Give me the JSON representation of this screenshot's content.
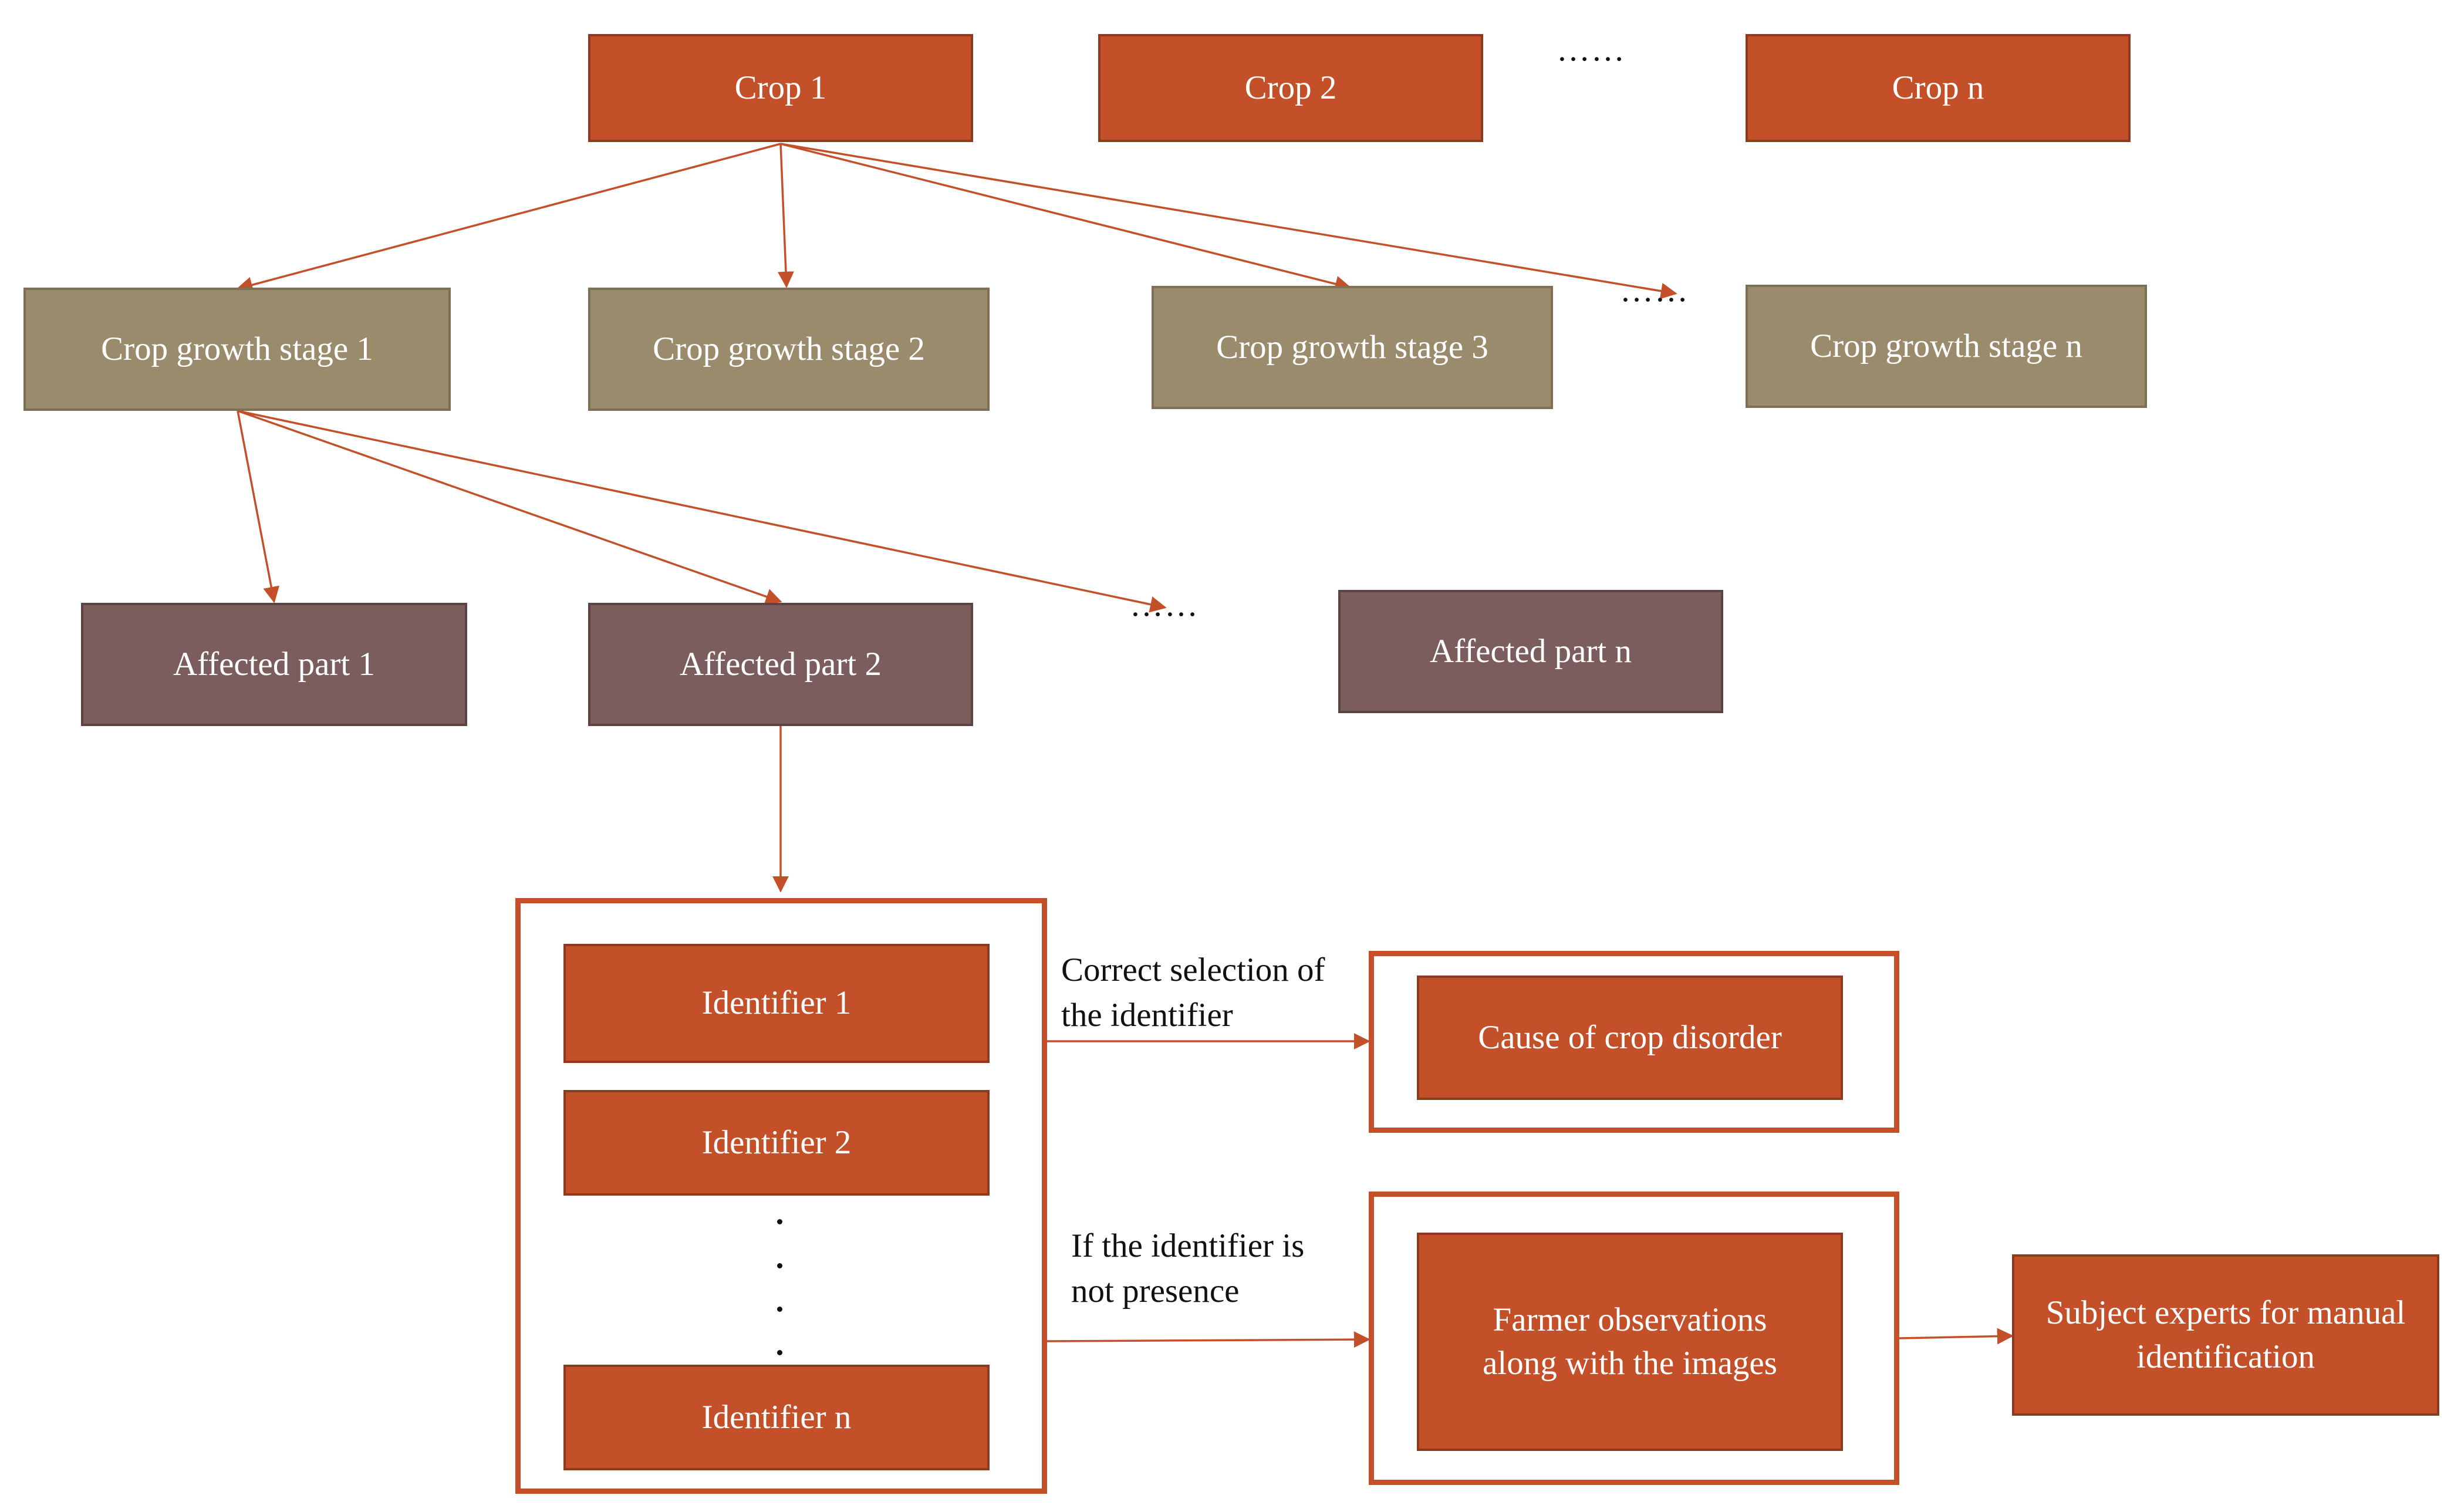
{
  "colors": {
    "crop": "#c4502a",
    "stage": "#9a8b6c",
    "part": "#7a5d5c",
    "arrow": "#c4502a",
    "text_on_box": "#ffffff"
  },
  "crops": [
    {
      "label": "Crop 1"
    },
    {
      "label": "Crop 2"
    },
    {
      "label": "Crop n"
    }
  ],
  "stages": [
    {
      "label": "Crop growth stage 1"
    },
    {
      "label": "Crop growth stage 2"
    },
    {
      "label": "Crop growth stage 3"
    },
    {
      "label": "Crop growth stage n"
    }
  ],
  "parts": [
    {
      "label": "Affected part 1"
    },
    {
      "label": "Affected part 2"
    },
    {
      "label": "Affected part n"
    }
  ],
  "identifiers": [
    {
      "label": "Identifier 1"
    },
    {
      "label": "Identifier 2"
    },
    {
      "label": "Identifier n"
    }
  ],
  "ellipsis": "……",
  "outcomes": {
    "cause": "Cause of crop disorder",
    "farmer": "Farmer observations along with the images",
    "experts": "Subject experts for manual identification"
  },
  "edge_labels": {
    "correct": "Correct selection of the identifier",
    "absent": "If the identifier is not presence"
  }
}
